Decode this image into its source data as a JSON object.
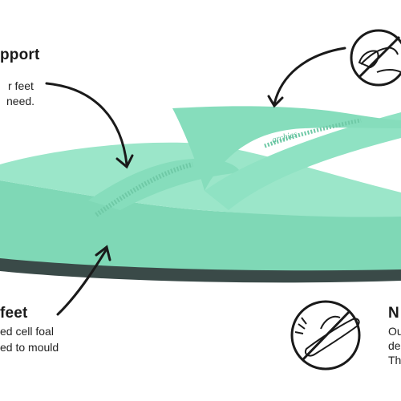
{
  "callouts": {
    "support": {
      "heading": "pport",
      "lines": [
        "r feet",
        "need."
      ]
    },
    "feet": {
      "heading": "feet",
      "lines": [
        "ed cell foal",
        "ed to mould"
      ]
    },
    "right": {
      "heading": "N",
      "lines": [
        "Ou",
        "de",
        "Th"
      ]
    }
  },
  "strap_emboss": "archies",
  "colors": {
    "sandal": "#8fe2c3",
    "sandal_shadow": "#6fceaa",
    "sandal_dark": "#3a4a48",
    "ink": "#1a1a1a"
  },
  "icons": [
    "no-toe-post-icon",
    "no-flat-sandal-icon"
  ]
}
